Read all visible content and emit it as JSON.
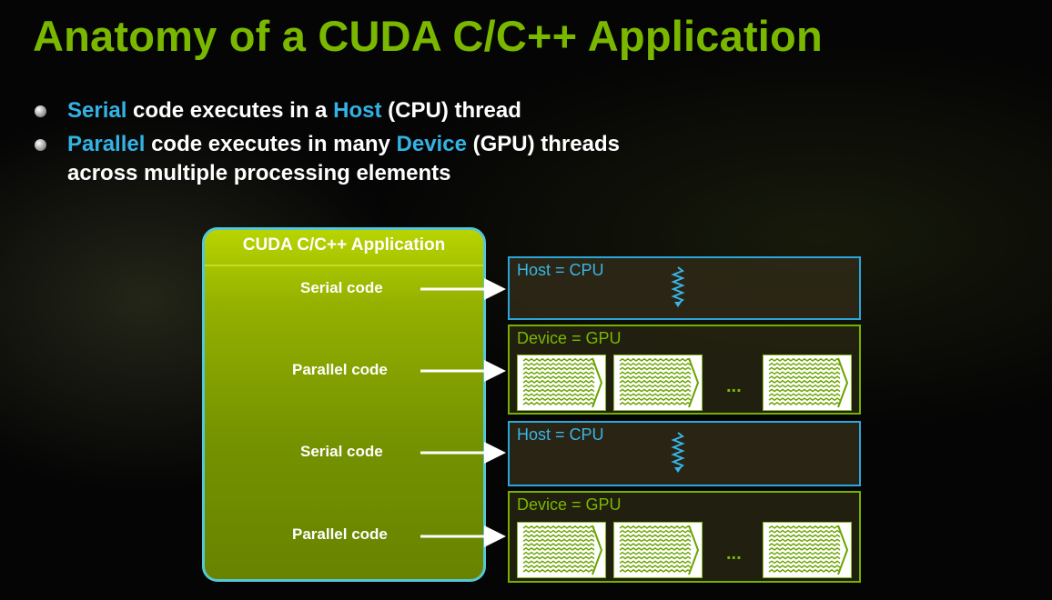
{
  "slide": {
    "title": "Anatomy of a CUDA C/C++ Application",
    "bullets": [
      {
        "parts": [
          {
            "text": "Serial",
            "highlight": true
          },
          {
            "text": " code executes in a ",
            "highlight": false
          },
          {
            "text": "Host",
            "highlight": true
          },
          {
            "text": " (CPU) thread",
            "highlight": false
          }
        ]
      },
      {
        "parts": [
          {
            "text": "Parallel",
            "highlight": true
          },
          {
            "text": " code executes in many ",
            "highlight": false
          },
          {
            "text": "Device",
            "highlight": true
          },
          {
            "text": " (GPU) threads",
            "highlight": false
          }
        ],
        "continuation": "across multiple processing elements"
      }
    ]
  },
  "diagram": {
    "app_title": "CUDA C/C++ Application",
    "code_labels": [
      "Serial code",
      "Parallel code",
      "Serial code",
      "Parallel code"
    ],
    "host_label": "Host = CPU",
    "device_label": "Device = GPU",
    "ellipsis": "...",
    "colors": {
      "title_green": "#7ab800",
      "highlight_blue": "#34b2e4",
      "host_border": "#2aa6dc",
      "device_border": "#78b000",
      "app_panel_green": "#94b000",
      "app_panel_border": "#54c8d6"
    },
    "icons": [
      "wavy-thread-icon",
      "thread-wave-icon"
    ]
  }
}
